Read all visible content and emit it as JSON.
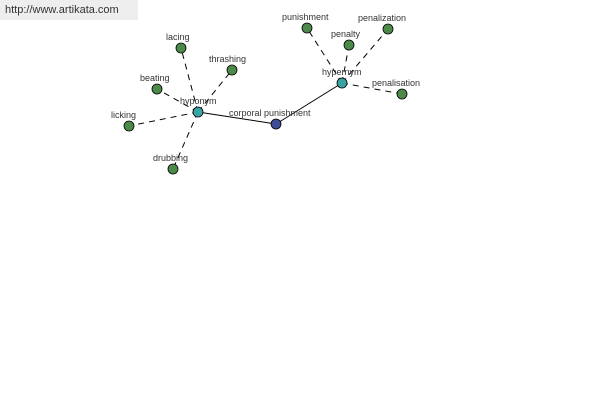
{
  "header": {
    "url": "http://www.artikata.com"
  },
  "colors": {
    "center": "#3f4d99",
    "hub": "#3aa3a3",
    "leaf": "#4d8a4a"
  },
  "graph": {
    "center": {
      "label": "corporal punishment"
    },
    "hubs": {
      "hyponym": {
        "label": "hyponym"
      },
      "hypernym": {
        "label": "hypernym"
      }
    },
    "hyponyms": [
      "lacing",
      "thrashing",
      "beating",
      "licking",
      "drubbing"
    ],
    "hypernyms": [
      "punishment",
      "penalty",
      "penalization",
      "penalisation"
    ]
  }
}
